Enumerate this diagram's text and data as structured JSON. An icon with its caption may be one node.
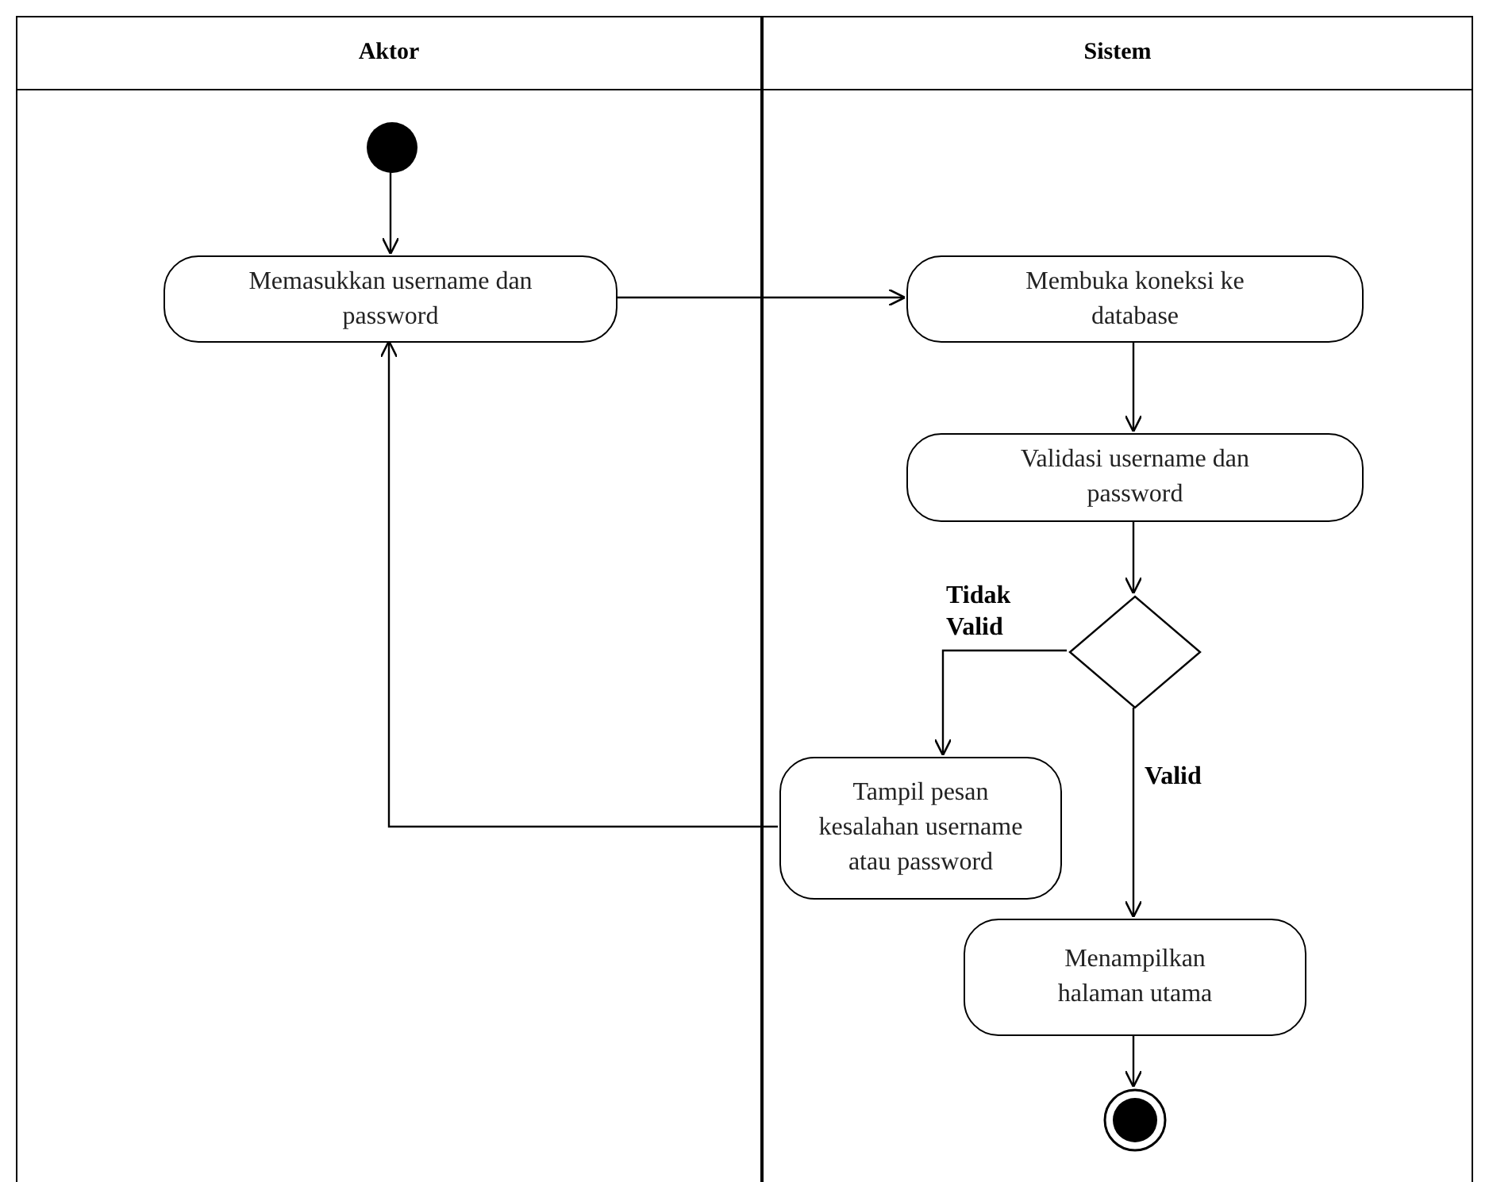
{
  "diagram": {
    "nodes": [
      {
        "text": [
          "Aktor"
        ]
      },
      {
        "text": [
          "Sistem"
        ]
      },
      {
        "text": [],
        "shape": "circle",
        "in": 0
      },
      {
        "text": [
          "Memasukkan username dan password"
        ],
        "in": 0
      },
      {
        "text": [
          "Membuka koneksi ke database"
        ],
        "in": 1
      },
      {
        "text": [
          "Validasi username dan password"
        ],
        "in": 1
      },
      {
        "text": [],
        "shape": "diamond",
        "in": 1
      },
      {
        "text": [
          "Tampil pesan kesalahan username atau password"
        ],
        "in": 1
      },
      {
        "text": [
          "Menampilkan halaman utama"
        ],
        "in": 1
      },
      {
        "text": [],
        "shape": "bullseye",
        "in": 1
      }
    ],
    "edges": [
      {
        "from": 2,
        "to": 3,
        "arrow": "to"
      },
      {
        "from": 3,
        "to": 4,
        "arrow": "to"
      },
      {
        "from": 4,
        "to": 5,
        "arrow": "to"
      },
      {
        "from": 5,
        "to": 6,
        "arrow": "to"
      },
      {
        "from": 6,
        "to": 7,
        "arrow": "to",
        "label": "Tidak Valid"
      },
      {
        "from": 6,
        "to": 8,
        "arrow": "to",
        "label": "Valid"
      },
      {
        "from": 7,
        "to": 3,
        "arrow": "to"
      },
      {
        "from": 8,
        "to": 9,
        "arrow": "to"
      }
    ]
  }
}
